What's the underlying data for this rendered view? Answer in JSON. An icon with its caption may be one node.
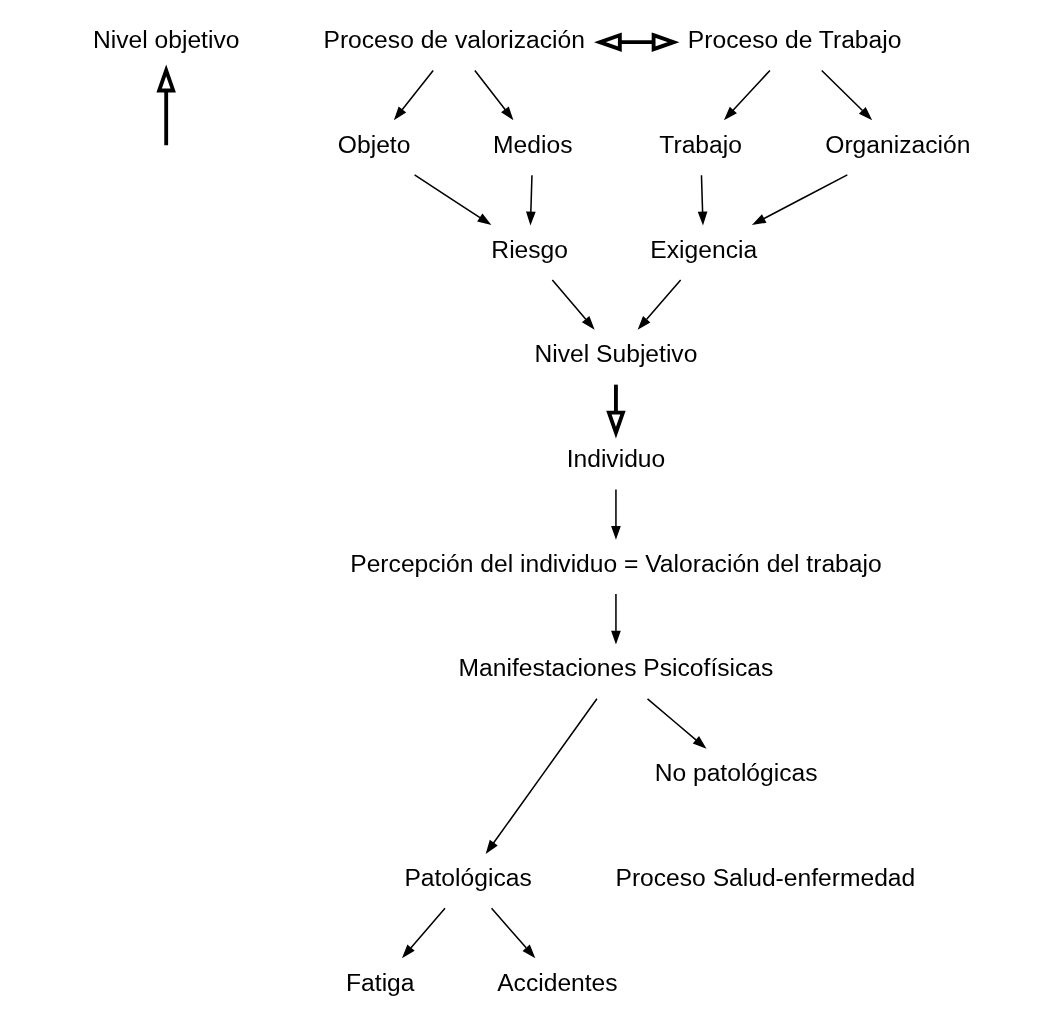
{
  "diagram": {
    "nodes": [
      {
        "text": [
          "Nivel objetivo"
        ]
      },
      {
        "text": [
          "Proceso de valorización"
        ]
      },
      {
        "text": [
          "Proceso de Trabajo"
        ]
      },
      {
        "text": [
          "Objeto"
        ]
      },
      {
        "text": [
          "Medios"
        ]
      },
      {
        "text": [
          "Trabajo"
        ]
      },
      {
        "text": [
          "Organización"
        ]
      },
      {
        "text": [
          "Riesgo"
        ]
      },
      {
        "text": [
          "Exigencia"
        ]
      },
      {
        "text": [
          "Nivel Subjetivo"
        ]
      },
      {
        "text": [
          "Individuo"
        ]
      },
      {
        "text": [
          "Percepción del individuo = Valoración del trabajo"
        ]
      },
      {
        "text": [
          "Manifestaciones Psicofísicas"
        ]
      },
      {
        "text": [
          "Patológicas"
        ]
      },
      {
        "text": [
          "No patológicas"
        ]
      },
      {
        "text": [
          "Fatiga"
        ]
      },
      {
        "text": [
          "Accidentes"
        ]
      }
    ],
    "edges": [
      {
        "from": null,
        "to": 0,
        "arrow": "to",
        "style": "thick"
      },
      {
        "from": 1,
        "to": 2,
        "arrow": "both",
        "style": "thick"
      },
      {
        "from": 1,
        "to": 3,
        "arrow": "to"
      },
      {
        "from": 1,
        "to": 4,
        "arrow": "to"
      },
      {
        "from": 2,
        "to": 5,
        "arrow": "to"
      },
      {
        "from": 2,
        "to": 6,
        "arrow": "to"
      },
      {
        "from": 3,
        "to": 7,
        "arrow": "to"
      },
      {
        "from": 4,
        "to": 7,
        "arrow": "to"
      },
      {
        "from": 5,
        "to": 8,
        "arrow": "to"
      },
      {
        "from": 6,
        "to": 8,
        "arrow": "to"
      },
      {
        "from": 7,
        "to": 9,
        "arrow": "to"
      },
      {
        "from": 8,
        "to": 9,
        "arrow": "to"
      },
      {
        "from": 9,
        "to": 10,
        "arrow": "to",
        "style": "thick"
      },
      {
        "from": 10,
        "to": 11,
        "arrow": "to"
      },
      {
        "from": 11,
        "to": 12,
        "arrow": "to"
      },
      {
        "from": 12,
        "to": 13,
        "arrow": "to"
      },
      {
        "from": 12,
        "to": 14,
        "arrow": "to"
      },
      {
        "from": 13,
        "to": 15,
        "arrow": "to"
      },
      {
        "from": 13,
        "to": 16,
        "arrow": "to"
      }
    ],
    "labels": [
      "Proceso Salud-enfermedad"
    ]
  }
}
